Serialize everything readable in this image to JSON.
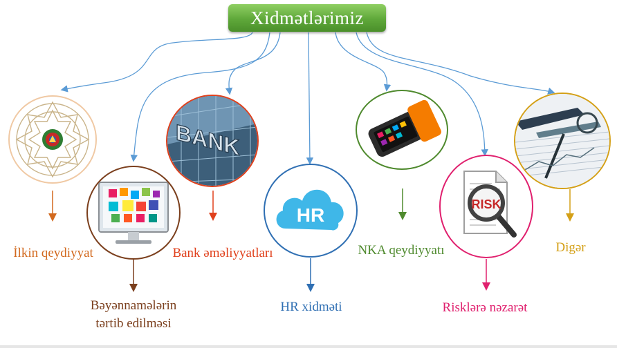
{
  "title": "Xidmətlərimiz",
  "services": [
    {
      "id": "ilkin",
      "label": "İlkin qeydiyyat",
      "color": "#d2691e",
      "icon": "emblem-icon"
    },
    {
      "id": "beyanname",
      "label_line1": "Bəyənnamələrin",
      "label_line2": "tərtib edilməsi",
      "color": "#7b3f1d",
      "icon": "monitor-apps-icon"
    },
    {
      "id": "bank",
      "label": "Bank əməliyyatları",
      "color": "#e0401c",
      "icon": "bank-building-icon"
    },
    {
      "id": "hr",
      "label": "HR xidməti",
      "color": "#2f6fb3",
      "icon": "hr-cloud-icon",
      "icon_text": "HR"
    },
    {
      "id": "nka",
      "label": "NKA qeydiyyatı",
      "color": "#4f8a2e",
      "icon": "pos-terminal-icon"
    },
    {
      "id": "risk",
      "label": "Risklərə nəzarət",
      "color": "#e0206e",
      "icon": "risk-magnifier-icon",
      "icon_text": "RISK"
    },
    {
      "id": "diger",
      "label": "Digər",
      "color": "#d4a017",
      "icon": "financial-docs-icon"
    }
  ],
  "colors": {
    "connector": "#5b9bd5",
    "title_bg": "#6bb43f"
  }
}
